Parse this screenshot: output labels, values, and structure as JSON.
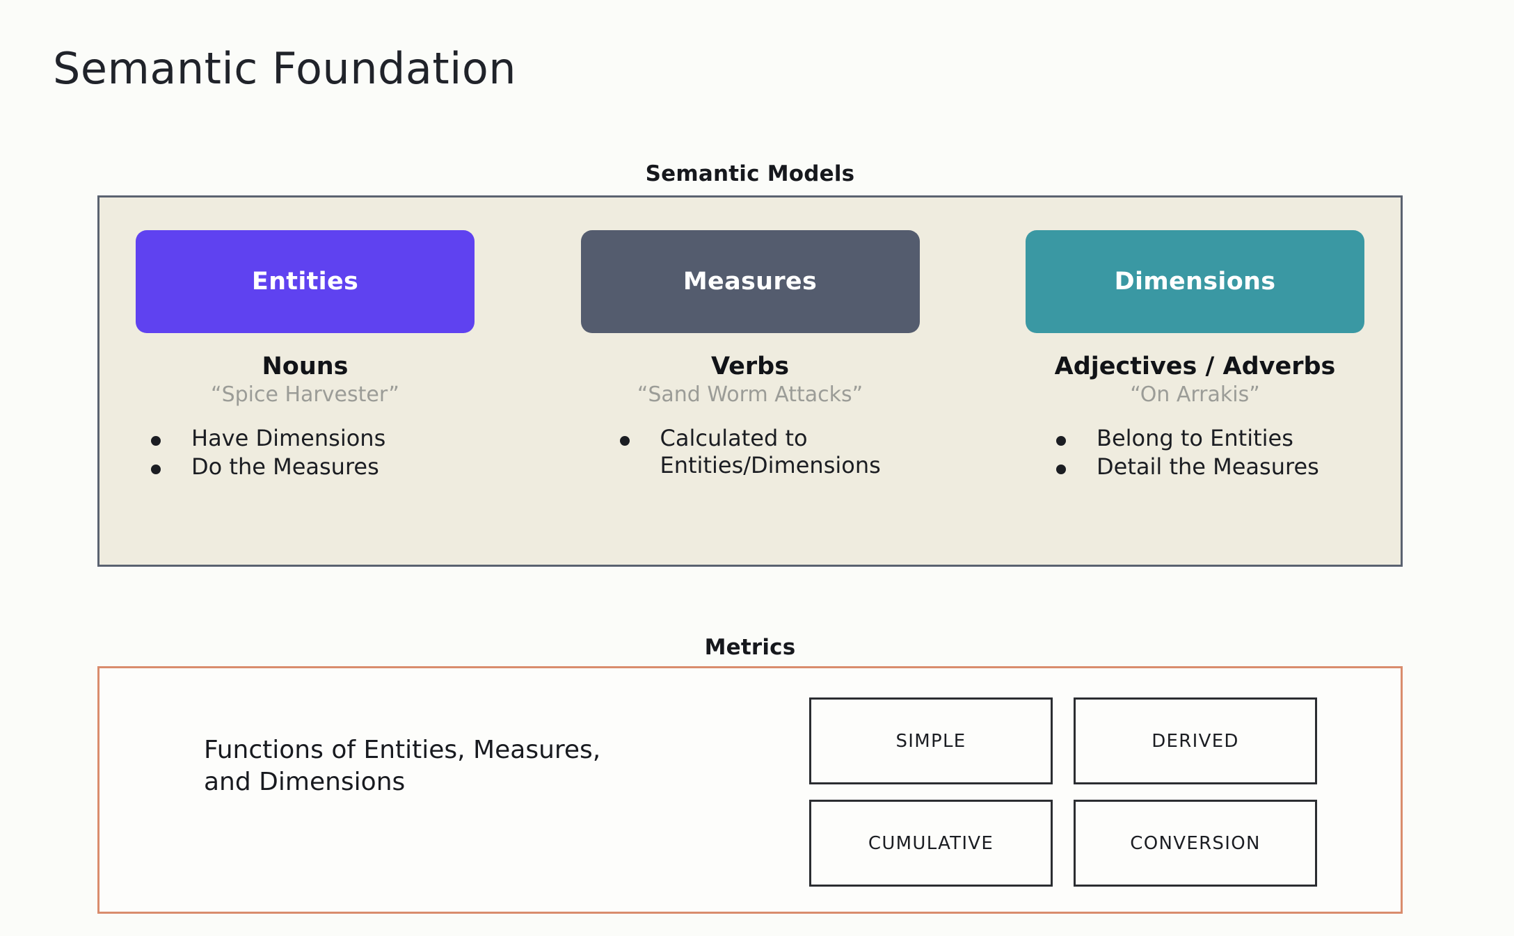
{
  "slide": {
    "title": "Semantic Foundation",
    "background_color": "#fbfcf9"
  },
  "semantic_models": {
    "caption": "Semantic Models",
    "panel_background": "#efecdf",
    "panel_border_color": "#5a6270",
    "columns": [
      {
        "chip_label": "Entities",
        "chip_color": "#5f42f0",
        "part_of_speech": "Nouns",
        "example": "“Spice Harvester”",
        "bullets": [
          "Have Dimensions",
          "Do the Measures"
        ]
      },
      {
        "chip_label": "Measures",
        "chip_color": "#545c6e",
        "part_of_speech": "Verbs",
        "example": "“Sand Worm Attacks”",
        "bullets": [
          "Calculated to\nEntities/Dimensions"
        ]
      },
      {
        "chip_label": "Dimensions",
        "chip_color": "#3a98a3",
        "part_of_speech": "Adjectives / Adverbs",
        "example": "“On Arrakis”",
        "bullets": [
          "Belong to Entities",
          "Detail the Measures"
        ]
      }
    ]
  },
  "metrics": {
    "caption": "Metrics",
    "panel_border_color": "#d98c6d",
    "description": "Functions of Entities, Measures,\nand Dimensions",
    "types": [
      "SIMPLE",
      "DERIVED",
      "CUMULATIVE",
      "CONVERSION"
    ]
  }
}
